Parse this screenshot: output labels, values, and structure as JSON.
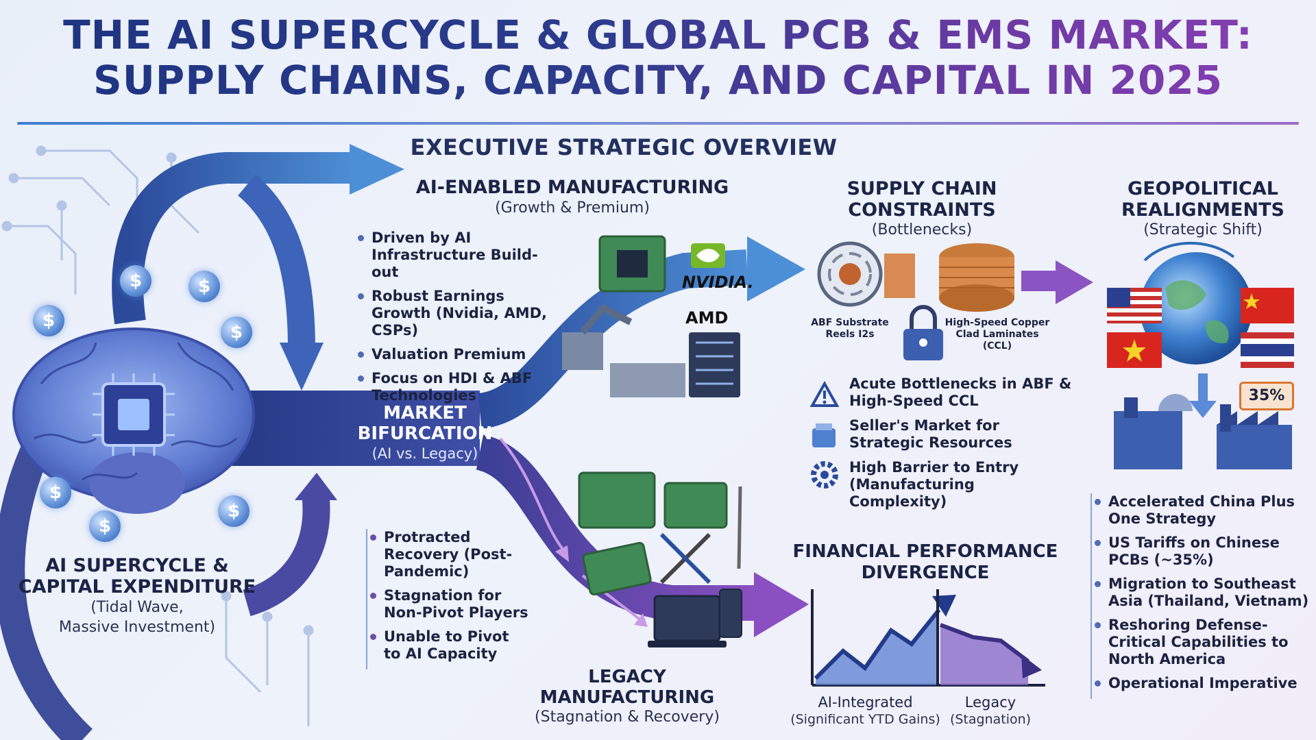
{
  "title": {
    "line1": "THE AI SUPERCYCLE & GLOBAL PCB & EMS MARKET:",
    "line2": "SUPPLY CHAINS, CAPACITY, AND CAPITAL IN 2025"
  },
  "subtitle": "EXECUTIVE STRATEGIC OVERVIEW",
  "supercycle": {
    "heading_line1": "AI SUPERCYCLE &",
    "heading_line2": "CAPITAL EXPENDITURE",
    "sub_line1": "(Tidal Wave,",
    "sub_line2": "Massive Investment)",
    "coin_symbol": "$"
  },
  "bifurcation": {
    "line1": "MARKET",
    "line2": "BIFURCATION",
    "sub": "(AI vs. Legacy)"
  },
  "ai_manufacturing": {
    "heading": "AI-ENABLED MANUFACTURING",
    "sub": "(Growth & Premium)",
    "bullets": [
      "Driven by AI Infrastructure Build-out",
      "Robust Earnings Growth (Nvidia, AMD, CSPs)",
      "Valuation Premium",
      "Focus on HDI & ABF Technologies"
    ],
    "logo_nvidia": "NVIDIA.",
    "logo_amd": "AMD"
  },
  "legacy_manufacturing": {
    "heading_line1": "LEGACY",
    "heading_line2": "MANUFACTURING",
    "sub": "(Stagnation & Recovery)",
    "bullets": [
      "Protracted Recovery (Post-Pandemic)",
      "Stagnation for Non-Pivot Players",
      "Unable to Pivot to AI Capacity"
    ]
  },
  "supply_chain": {
    "heading_line1": "SUPPLY CHAIN",
    "heading_line2": "CONSTRAINTS",
    "sub": "(Bottlenecks)",
    "abf_label_line1": "ABF Substrate",
    "abf_label_line2": "Reels I2s",
    "ccl_label_line1": "High-Speed Copper",
    "ccl_label_line2": "Clad Laminates",
    "ccl_label_line3": "(CCL)",
    "items": [
      "Acute Bottlenecks in ABF & High-Speed CCL",
      "Seller's Market for Strategic Resources",
      "High Barrier to Entry (Manufacturing Complexity)"
    ]
  },
  "geopolitical": {
    "heading_line1": "GEOPOLITICAL",
    "heading_line2": "REALIGNMENTS",
    "sub": "(Strategic Shift)",
    "tariff_tag": "35%",
    "bullets": [
      "Accelerated China Plus One Strategy",
      "US Tariffs on Chinese PCBs (~35%)",
      "Migration to Southeast Asia (Thailand, Vietnam)",
      "Reshoring Defense-Critical Capabilities to North America",
      "Operational Imperative"
    ]
  },
  "financial": {
    "heading_line1": "FINANCIAL PERFORMANCE",
    "heading_line2": "DIVERGENCE",
    "ai_label": "AI-Integrated",
    "ai_sub": "(Significant YTD Gains)",
    "legacy_label": "Legacy",
    "legacy_sub": "(Stagnation)"
  },
  "colors": {
    "navy": "#1d3480",
    "blue": "#3f7fd0",
    "purple": "#7a45b0",
    "accent_orange": "#d9762e"
  }
}
